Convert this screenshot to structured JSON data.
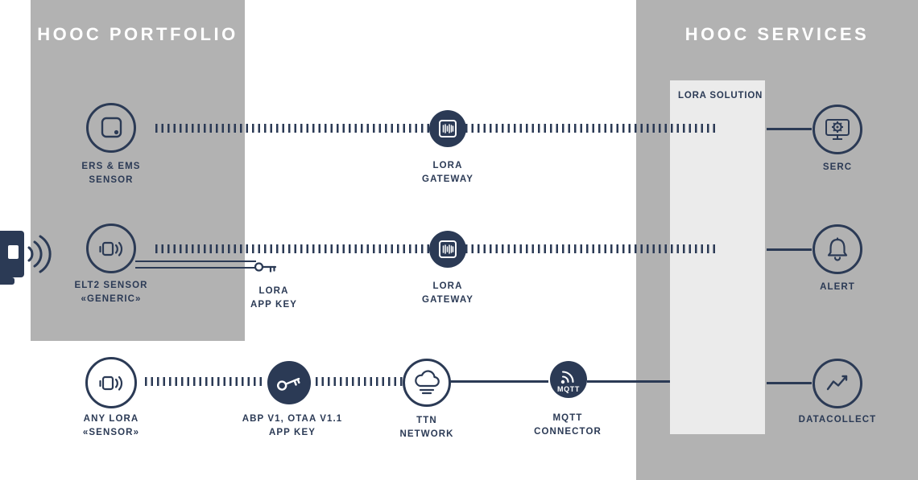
{
  "colors": {
    "brand_navy": "#2b3a55",
    "panel_gray": "#b2b2b2",
    "lora_box_bg": "#ebebeb",
    "title_white": "#ffffff"
  },
  "left_panel": {
    "title": "HOOC PORTFOLIO"
  },
  "right_panel": {
    "title": "HOOC SERVICES",
    "lora_box_label": "LORA SOLUTION"
  },
  "nodes": {
    "ers_sensor": {
      "line1": "ERS & EMS",
      "line2": "SENSOR"
    },
    "gateway_top": {
      "line1": "LORA",
      "line2": "GATEWAY"
    },
    "serc": {
      "label": "SERC"
    },
    "elt2_sensor": {
      "line1": "ELT2 SENSOR",
      "line2": "«GENERIC»"
    },
    "lora_app_key": {
      "line1": "LORA",
      "line2": "APP KEY"
    },
    "gateway_mid": {
      "line1": "LORA",
      "line2": "GATEWAY"
    },
    "alert": {
      "label": "ALERT"
    },
    "any_lora_sensor": {
      "line1": "ANY LORA",
      "line2": "«SENSOR»"
    },
    "abp_otaa_key": {
      "line1": "ABP V1, OTAA V1.1",
      "line2": "APP KEY"
    },
    "ttn_network": {
      "line1": "TTN",
      "line2": "NETWORK"
    },
    "mqtt_connector": {
      "badge": "MQTT",
      "line1": "MQTT",
      "line2": "CONNECTOR"
    },
    "datacollect": {
      "label": "DATACOLLECT"
    }
  }
}
